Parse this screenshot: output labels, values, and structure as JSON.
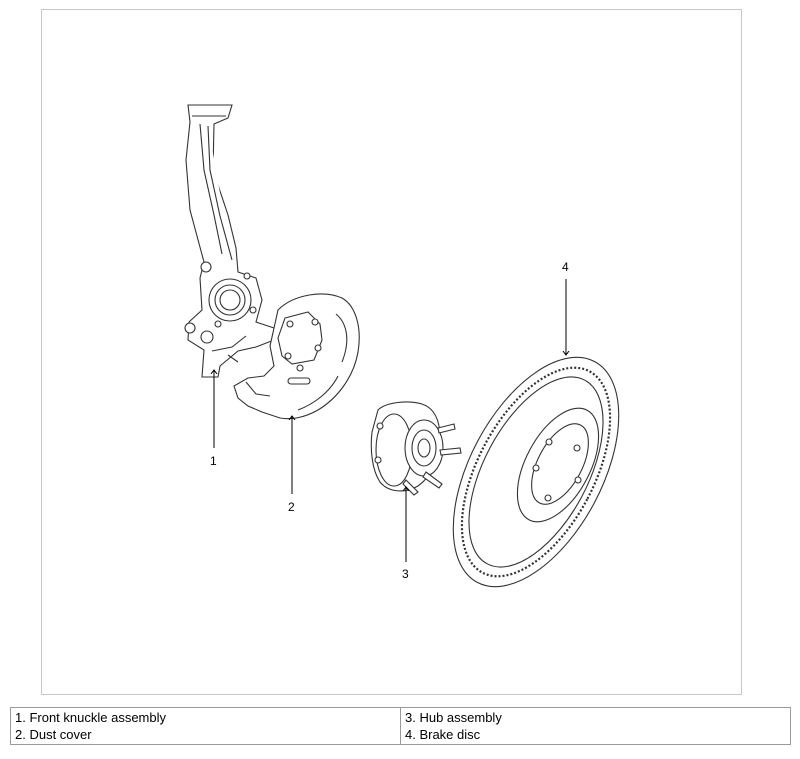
{
  "callouts": [
    {
      "number": "1"
    },
    {
      "number": "2"
    },
    {
      "number": "3"
    },
    {
      "number": "4"
    }
  ],
  "legend": {
    "left": [
      "1. Front knuckle assembly",
      "2. Dust cover"
    ],
    "right": [
      "3. Hub assembly",
      "4. Brake disc"
    ]
  }
}
